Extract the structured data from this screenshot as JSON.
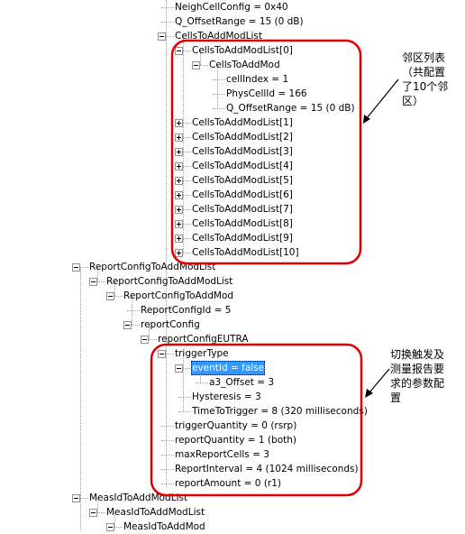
{
  "tree": {
    "nodes": [
      {
        "label": "NeighCellConfig = 0x40"
      },
      {
        "label": "Q_OffsetRange = 15 (0 dB)"
      },
      {
        "label": "CellsToAddModList"
      },
      {
        "label": "CellsToAddModList[0]"
      },
      {
        "label": "CellsToAddMod"
      },
      {
        "label": "cellIndex = 1"
      },
      {
        "label": "PhysCellId = 166"
      },
      {
        "label": "Q_OffsetRange = 15 (0 dB)"
      },
      {
        "label": "CellsToAddModList[1]"
      },
      {
        "label": "CellsToAddModList[2]"
      },
      {
        "label": "CellsToAddModList[3]"
      },
      {
        "label": "CellsToAddModList[4]"
      },
      {
        "label": "CellsToAddModList[5]"
      },
      {
        "label": "CellsToAddModList[6]"
      },
      {
        "label": "CellsToAddModList[7]"
      },
      {
        "label": "CellsToAddModList[8]"
      },
      {
        "label": "CellsToAddModList[9]"
      },
      {
        "label": "CellsToAddModList[10]"
      },
      {
        "label": "ReportConfigToAddModList"
      },
      {
        "label": "ReportConfigToAddModList"
      },
      {
        "label": "ReportConfigToAddMod"
      },
      {
        "label": "ReportConfigId = 5"
      },
      {
        "label": "reportConfig"
      },
      {
        "label": "reportConfigEUTRA"
      },
      {
        "label": "triggerType"
      },
      {
        "label": "eventId = false"
      },
      {
        "label": "a3_Offset = 3"
      },
      {
        "label": "Hysteresis = 3"
      },
      {
        "label": "TimeToTrigger = 8 (320 milliseconds)"
      },
      {
        "label": "triggerQuantity = 0 (rsrp)"
      },
      {
        "label": "reportQuantity = 1 (both)"
      },
      {
        "label": "maxReportCells = 3"
      },
      {
        "label": "ReportInterval = 4 (1024 milliseconds)"
      },
      {
        "label": "reportAmount = 0 (r1)"
      },
      {
        "label": "MeasIdToAddModList"
      },
      {
        "label": "MeasIdToAddModList"
      },
      {
        "label": "MeasIdToAddMod"
      }
    ]
  },
  "annotations": {
    "neighbor_note": "邻区列表\n（共配置\n了10个邻\n区）",
    "trigger_note": "切换触发及\n测量报告要\n求的参数配\n置",
    "highlight_color": "#e00000",
    "selection_color": "#3399ff"
  }
}
